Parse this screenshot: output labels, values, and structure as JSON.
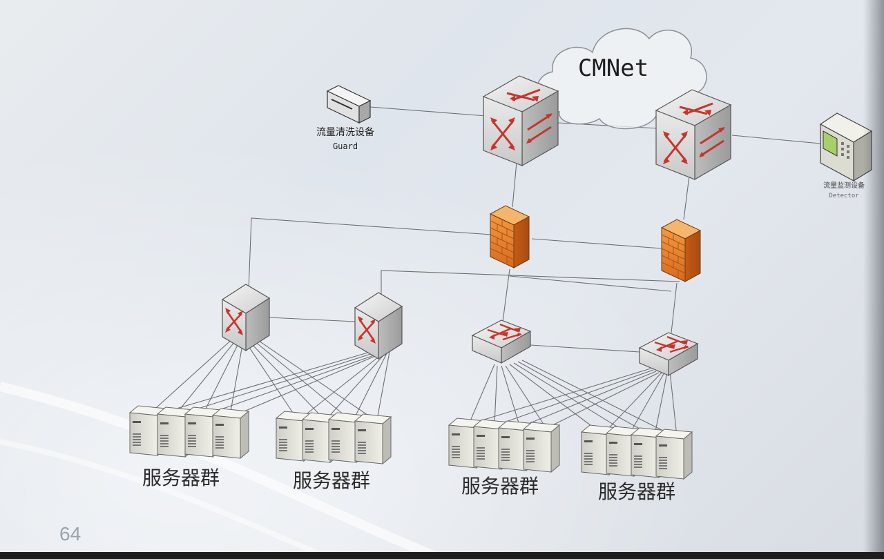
{
  "cloud_label": "CMNet",
  "guard": {
    "label_cn": "流量清洗设备",
    "label_en": "Guard"
  },
  "detector": {
    "label_cn": "流量监测设备",
    "label_en": "Detector"
  },
  "server_group_label": "服务器群",
  "page_number": "64",
  "colors": {
    "background": "#e6eaee",
    "link": "#6d6f72",
    "device_face": "#dcdcdc",
    "arrow": "#c8342b",
    "firewall": "#e07b2a"
  }
}
